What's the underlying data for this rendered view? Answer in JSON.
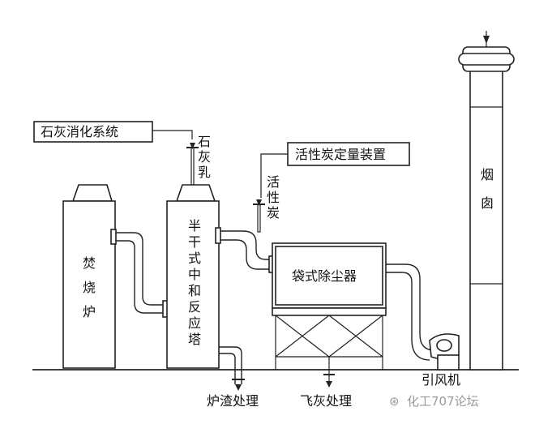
{
  "labels": {
    "lime_system": "石灰消化系统",
    "lime_milk": [
      "石",
      "灰",
      "乳"
    ],
    "carbon_dosing": "活性炭定量装置",
    "activated_carbon": [
      "活",
      "性",
      "炭"
    ],
    "incinerator": [
      "焚",
      "烧",
      "炉"
    ],
    "reactor": [
      "半",
      "干",
      "式",
      "中",
      "和",
      "反",
      "应",
      "塔"
    ],
    "baghouse": "袋式除尘器",
    "chimney": [
      "烟",
      "囱"
    ],
    "fan": "引风机",
    "slag": "炉渣处理",
    "fly_ash": "飞灰处理"
  },
  "watermark": "化工707论坛",
  "colors": {
    "stroke": "#222222",
    "watermark": "#9a9a9a"
  }
}
